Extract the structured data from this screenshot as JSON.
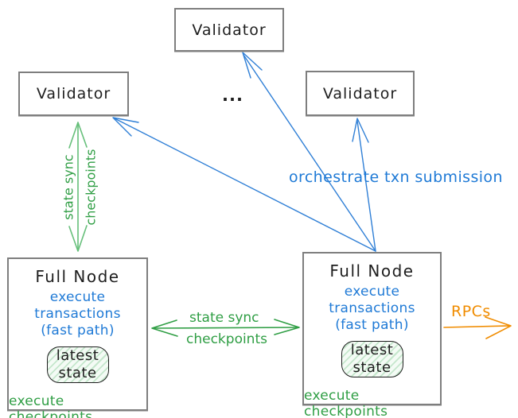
{
  "colors": {
    "green_text": "#2f9e44",
    "green_arrow_vertical": "#66bf7a",
    "green_arrow_horizontal": "#2f9e44",
    "blue": "#1f7ad6",
    "orange": "#f08c00",
    "ink": "#1e1e1e",
    "box_border": "#7e7e7e",
    "state_box_fill": "#f4fbf5"
  },
  "nodes": {
    "validator_top": {
      "label": "Validator"
    },
    "validator_left": {
      "label": "Validator"
    },
    "validator_right": {
      "label": "Validator"
    },
    "ellipsis": "...",
    "full_node": {
      "title": "Full Node",
      "exec_line1": "execute transactions",
      "exec_line2": "(fast path)",
      "state_line1": "latest",
      "state_line2": "state",
      "footer": "execute checkpoints"
    }
  },
  "edges": {
    "validator_fullnode_sync": {
      "line1": "state sync",
      "line2": "checkpoints"
    },
    "fullnode_fullnode_sync": {
      "line1": "state sync",
      "line2": "checkpoints"
    },
    "orchestrate_label": "orchestrate txn submission",
    "rpcs_label": "RPCs"
  }
}
